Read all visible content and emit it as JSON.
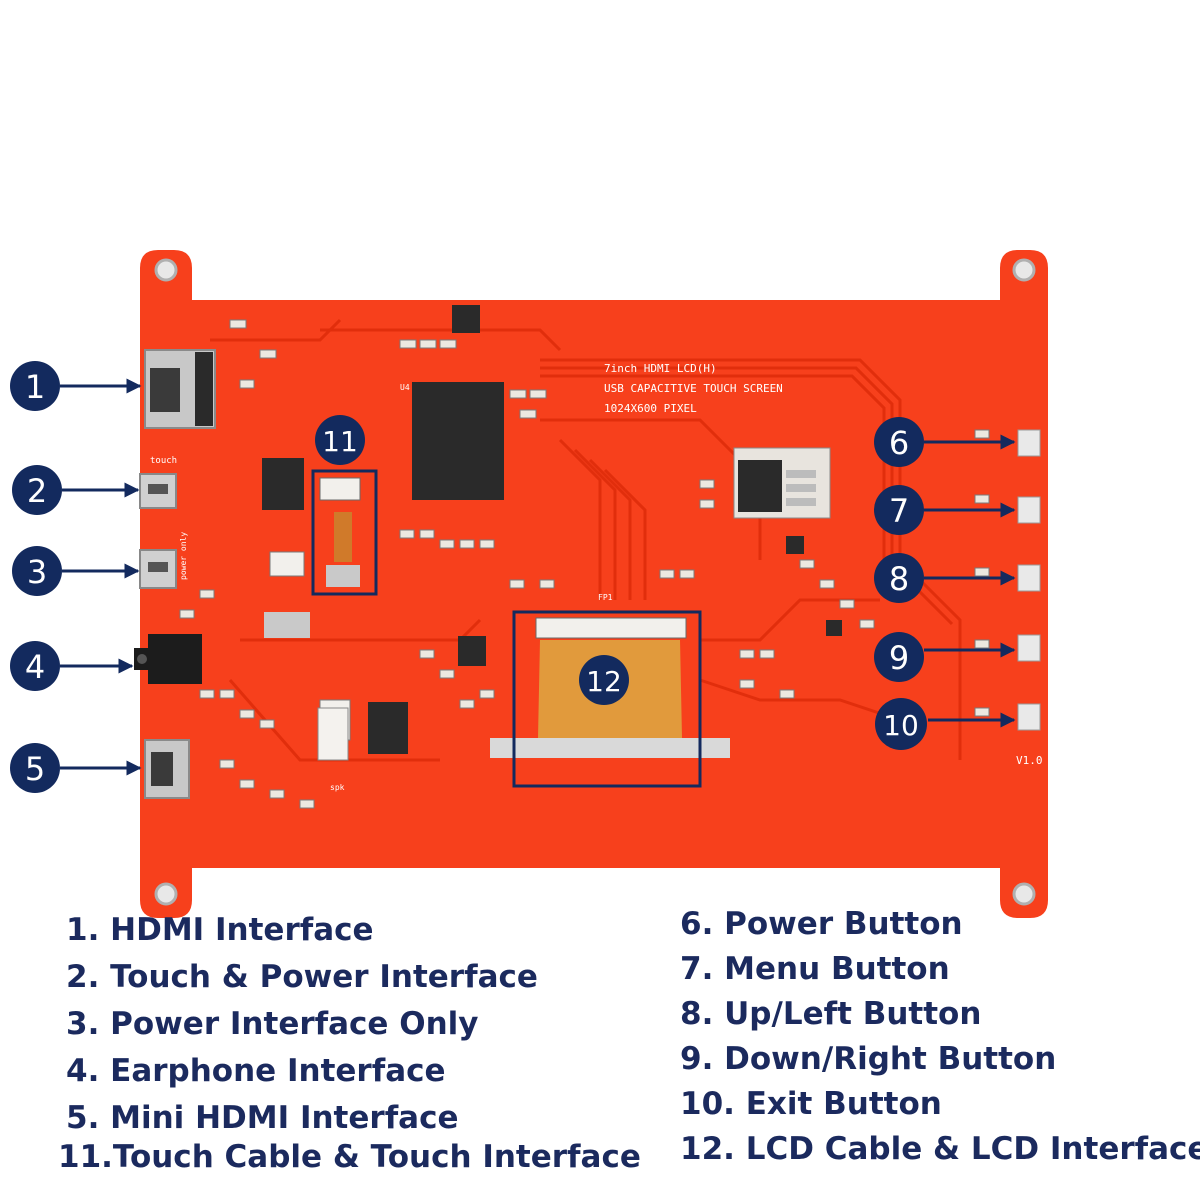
{
  "board": {
    "silkscreen_lines": [
      "7inch HDMI LCD(H)",
      "USB CAPACITIVE TOUCH SCREEN",
      "1024X600 PIXEL"
    ],
    "version_label": "V1.0",
    "port_label_touch": "touch",
    "port_label_power": "power only",
    "port_label_spk": "spk",
    "fpc_label": "FP1",
    "chip_label": "U4"
  },
  "callouts": [
    {
      "number": "1"
    },
    {
      "number": "2"
    },
    {
      "number": "3"
    },
    {
      "number": "4"
    },
    {
      "number": "5"
    },
    {
      "number": "6"
    },
    {
      "number": "7"
    },
    {
      "number": "8"
    },
    {
      "number": "9"
    },
    {
      "number": "10"
    },
    {
      "number": "11"
    },
    {
      "number": "12"
    }
  ],
  "legend_left": [
    "1. HDMI Interface",
    "2. Touch & Power Interface",
    "3. Power Interface Only",
    "4. Earphone Interface",
    "5. Mini HDMI Interface",
    "11.Touch Cable & Touch Interface"
  ],
  "legend_right": [
    "6. Power Button",
    "7. Menu Button",
    "8. Up/Left Button",
    "9. Down/Right Button",
    "10. Exit Button",
    "12. LCD Cable & LCD Interface"
  ],
  "colors": {
    "pcb": "#f7401c",
    "pcb_trace": "#e6330f",
    "navy": "#132a5e",
    "text_navy": "#1b2a5e"
  }
}
